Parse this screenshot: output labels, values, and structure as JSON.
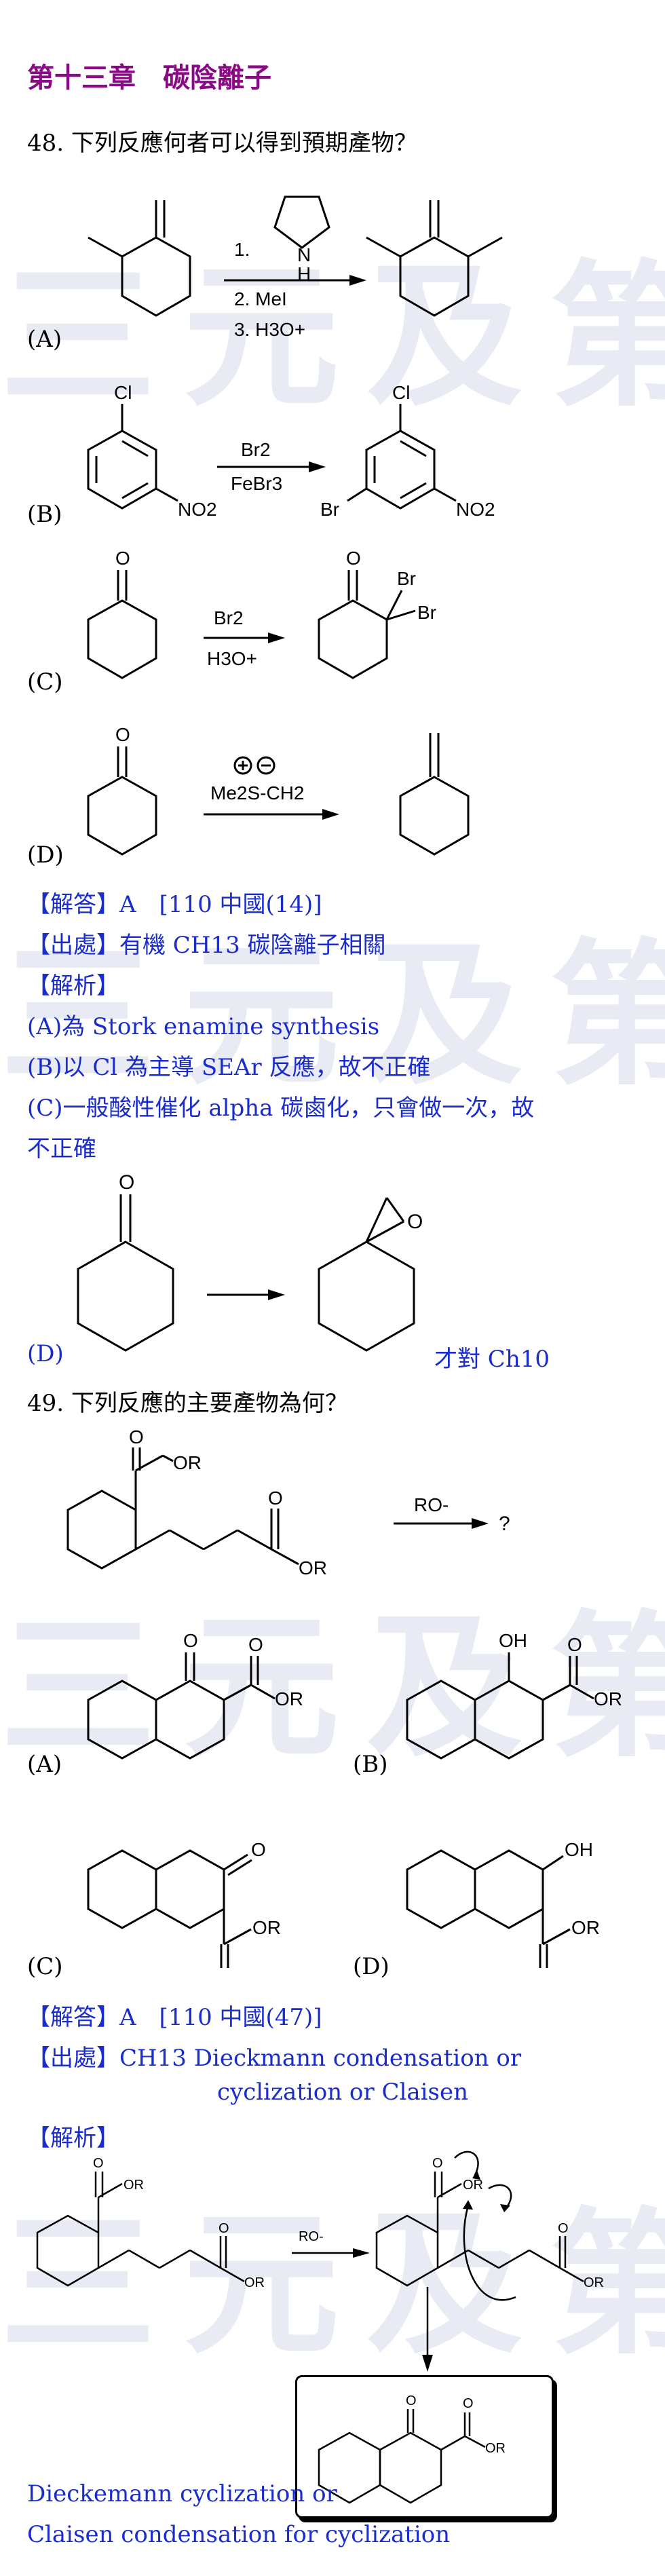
{
  "watermark": "三元及第",
  "chapter_title": "第十三章　碳陰離子",
  "q48": {
    "question": "48. 下列反應何者可以得到預期產物？",
    "labels": {
      "a": "(A)",
      "b": "(B)",
      "c": "(C)",
      "d": "(D)"
    },
    "a_reagent1": "1.",
    "a_n": "N",
    "a_h": "H",
    "a_reagent2": "2. MeI",
    "a_reagent3": "3. H3O+",
    "b_cl": "Cl",
    "b_no2": "NO2",
    "b_reagent_top": "Br2",
    "b_reagent_bottom": "FeBr3",
    "b_br": "Br",
    "c_o": "O",
    "c_reagent_top": "Br2",
    "c_reagent_bottom": "H3O+",
    "c_br1": "Br",
    "c_br2": "Br",
    "d_o": "O",
    "d_reagent": "Me2S-CH2",
    "answer": "【解答】A　[110 中國(14)]",
    "source": "【出處】有機 CH13 碳陰離子相關",
    "analysis_head": "【解析】",
    "analysis_a": "(A)為 Stork enamine synthesis",
    "analysis_b": "(B)以 Cl 為主導 SEAr 反應，故不正確",
    "analysis_c1": "(C)一般酸性催化 alpha 碳鹵化，只會做一次，故",
    "analysis_c2": "不正確",
    "analysis_d_label": "(D)",
    "analysis_d_note": "才對 Ch10",
    "analysis_d_o": "O"
  },
  "q49": {
    "question": "49. 下列反應的主要產物為何？",
    "reactant_or1": "OR",
    "reactant_or2": "OR",
    "reactant_o1": "O",
    "reactant_o2": "O",
    "reagent": "RO-",
    "product": "?",
    "labels": {
      "a": "(A)",
      "b": "(B)",
      "c": "(C)",
      "d": "(D)"
    },
    "a_o": "O",
    "a_or": "OR",
    "b_oh": "OH",
    "b_or": "OR",
    "c_o": "O",
    "c_or": "OR",
    "d_oh": "OH",
    "d_or": "OR",
    "answer": "【解答】A　[110 中國(47)]",
    "source1": "【出處】CH13 Dieckmann condensation or",
    "source2": "cyclization or Claisen",
    "analysis_head": "【解析】",
    "mech_reagent": "RO-",
    "mech_or": "OR",
    "conclusion1": "Dieckemann cyclization or",
    "conclusion2": "Claisen condensation for cyclization"
  }
}
